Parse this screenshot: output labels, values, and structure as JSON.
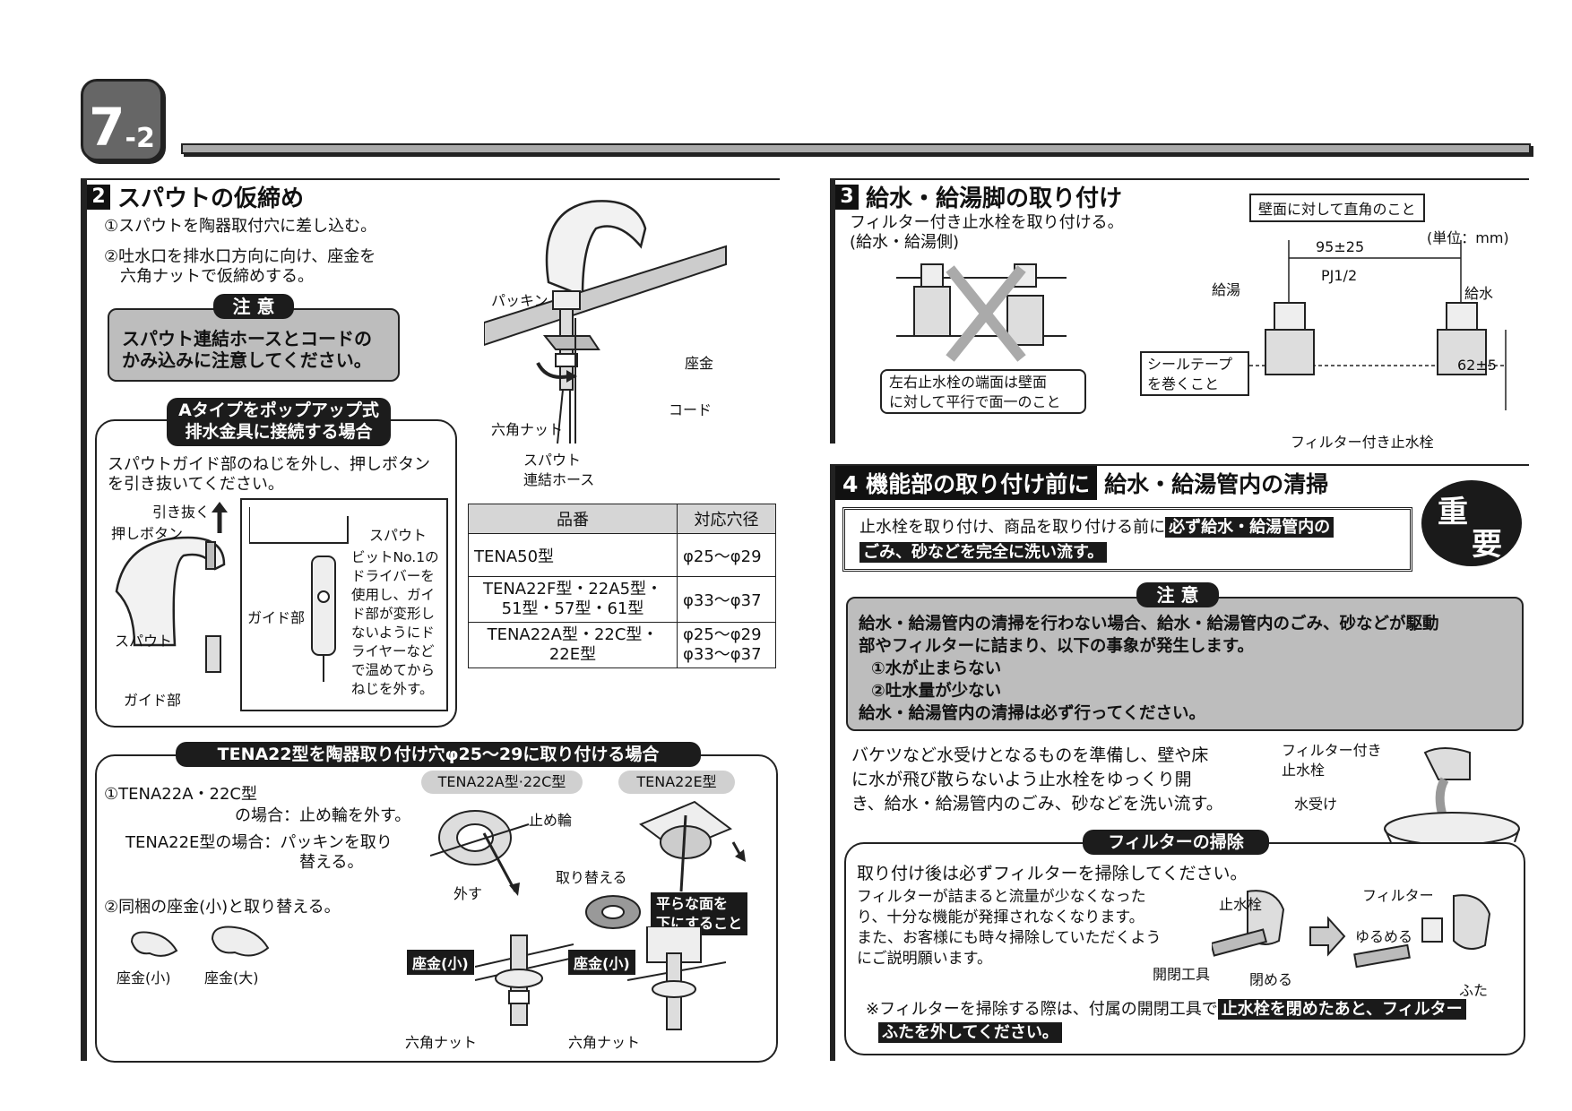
{
  "badge": {
    "main": "7",
    "sub": "-2"
  },
  "s2": {
    "num": "2",
    "title": "スパウトの仮締め",
    "step1": "①スパウトを陶器取付穴に差し込む。",
    "step2a": "②吐水口を排水口方向に向け、座金を",
    "step2b": "六角ナットで仮締めする。",
    "caution_label": "注 意",
    "caution_l1": "スパウト連結ホースとコードの",
    "caution_l2": "かみ込みに注意してください。",
    "labels": {
      "packing": "パッキン",
      "washer": "座金",
      "cord": "コード",
      "hexnut": "六角ナット",
      "hose1": "スパウト",
      "hose2": "連結ホース"
    },
    "atype_title1": "Aタイプをポップアップ式",
    "atype_title2": "排水金具に接続する場合",
    "atype_text1": "スパウトガイド部のねじを外し、押しボタン",
    "atype_text2": "を引き抜いてください。",
    "atype_labels": {
      "pull": "引き抜く",
      "push": "押しボタン",
      "spout": "スパウト",
      "guide": "ガイド部",
      "spout2": "スパウト",
      "guide2": "ガイド部"
    },
    "atype_note": [
      "ビットNo.1の",
      "ドライバーを",
      "使用し、ガイ",
      "ド部が変形し",
      "ないようにド",
      "ライヤーなど",
      "で温めてから",
      "ねじを外す。"
    ],
    "table": {
      "headers": [
        "品番",
        "対応穴径"
      ],
      "rows": [
        {
          "model": "TENA50型",
          "model2": "",
          "hole": "φ25～φ29",
          "hole2": ""
        },
        {
          "model": "TENA22F型・22A5型・",
          "model2": "51型・57型・61型",
          "hole": "φ33～φ37",
          "hole2": ""
        },
        {
          "model": "TENA22A型・22C型・",
          "model2": "22E型",
          "hole": "φ25～φ29",
          "hole2": "φ33～φ37"
        }
      ]
    },
    "tena_title": "TENA22型を陶器取り付け穴φ25～29に取り付ける場合",
    "tena_l1a": "①TENA22A・22C型",
    "tena_l1b": "の場合：止め輪を外す。",
    "tena_l2a": "TENA22E型の場合：パッキンを取り",
    "tena_l2b": "替える。",
    "tena_l3": "②同梱の座金(小)と取り替える。",
    "washer_small": "座金(小)",
    "washer_large": "座金(大)",
    "tab_a": "TENA22A型·22C型",
    "tab_e": "TENA22E型",
    "fig_labels": {
      "stopring": "止め輪",
      "remove": "外す",
      "replace": "取り替える",
      "flat1": "平らな面を",
      "flat2": "下にすること",
      "zagane1": "座金(小)",
      "zagane2": "座金(小)",
      "hex1": "六角ナット",
      "hex2": "六角ナット"
    }
  },
  "s3": {
    "num": "3",
    "title": "給水・給湯脚の取り付け",
    "sub1": "フィルター付き止水栓を取り付ける。",
    "sub2": "(給水・給湯側)",
    "note1": "左右止水栓の端面は壁面",
    "note2": "に対して平行で面一のこと",
    "right_angle": "壁面に対して直角のこと",
    "unit": "(単位：mm)",
    "dim1": "95±25",
    "pj": "PJ1/2",
    "hot": "給湯",
    "cold": "給水",
    "seal1": "シールテープ",
    "seal2": "を巻くこと",
    "dim2": "62±5",
    "filter_valve": "フィルター付き止水栓"
  },
  "s4": {
    "title_a": "4 機能部の取り付け前に",
    "title_b": "給水・給湯管内の清掃",
    "important1": "重",
    "important2": "要",
    "box_plain": "止水栓を取り付け、商品を取り付ける前に",
    "box_inv1": "必ず給水・給湯管内の",
    "box_inv2": "ごみ、砂などを完全に洗い流す。",
    "caution_label": "注 意",
    "c_l1": "給水・給湯管内の清掃を行わない場合、給水・給湯管内のごみ、砂などが駆動",
    "c_l2": "部やフィルターに詰まり、以下の事象が発生します。",
    "c_l3": "①水が止まらない",
    "c_l4": "②吐水量が少ない",
    "c_l5": "給水・給湯管内の清掃は必ず行ってください。",
    "bucket1": "バケツなど水受けとなるものを準備し、壁や床",
    "bucket2": "に水が飛び散らないよう止水栓をゆっくり開",
    "bucket3": "き、給水・給湯管内のごみ、砂などを洗い流す。",
    "fig_filter1": "フィルター付き",
    "fig_filter2": "止水栓",
    "fig_bucket": "水受け",
    "filter_title": "フィルターの掃除",
    "f_l0": "取り付け後は必ずフィルターを掃除してください。",
    "f_l1": "フィルターが詰まると流量が少なくなった",
    "f_l2": "り、十分な機能が発揮されなくなります。",
    "f_l3": "また、お客様にも時々掃除していただくよう",
    "f_l4": "にご説明願います。",
    "f_labels": {
      "valve": "止水栓",
      "tool": "開閉工具",
      "close": "閉める",
      "filter": "フィルター",
      "loosen": "ゆるめる",
      "cap": "ふた"
    },
    "foot_plain": "※フィルターを掃除する際は、付属の開閉工具で",
    "foot_inv1": "止水栓を閉めたあと、フィルター",
    "foot_inv2": "ふたを外してください。"
  }
}
